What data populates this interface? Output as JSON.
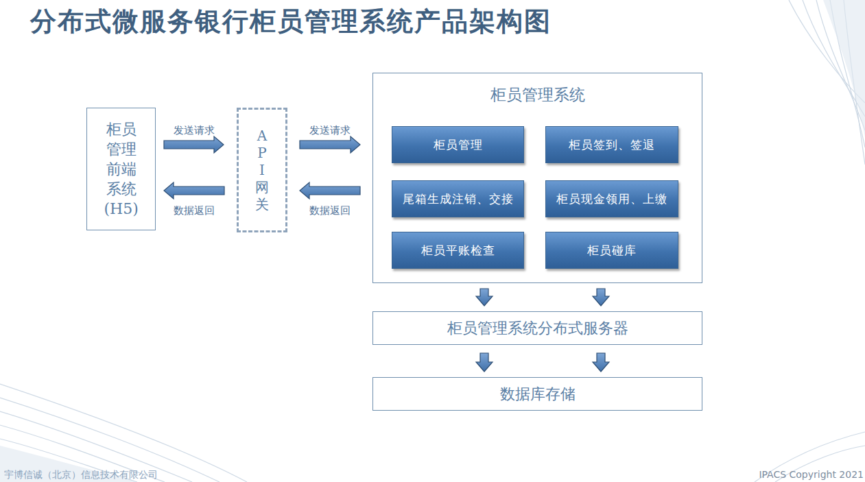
{
  "diagram": {
    "title": "分布式微服务银行柜员管理系统产品架构图",
    "nodes": [
      {
        "text": [
          "柜员 管理 前端 系统 (H5)"
        ]
      },
      {
        "text": [
          "A P I 网 关"
        ]
      },
      {
        "text": [
          "柜员管理系统"
        ]
      },
      {
        "text": [
          "柜员管理"
        ],
        "in": 2
      },
      {
        "text": [
          "柜员签到、签退"
        ],
        "in": 2
      },
      {
        "text": [
          "尾箱生成注销、交接"
        ],
        "in": 2
      },
      {
        "text": [
          "柜员现金领用、上缴"
        ],
        "in": 2
      },
      {
        "text": [
          "柜员平账检查"
        ],
        "in": 2
      },
      {
        "text": [
          "柜员碰库"
        ],
        "in": 2
      },
      {
        "text": [
          "柜员管理系统分布式服务器"
        ]
      },
      {
        "text": [
          "数据库存储"
        ]
      }
    ],
    "edges": [
      {
        "from": 0,
        "to": 1,
        "label": "发送请求",
        "arrow": "to"
      },
      {
        "from": 1,
        "to": 2,
        "label": "发送请求",
        "arrow": "to"
      },
      {
        "from": 2,
        "to": 1,
        "label": "数据返回",
        "arrow": "to"
      },
      {
        "from": 1,
        "to": 0,
        "label": "数据返回",
        "arrow": "to"
      },
      {
        "from": 2,
        "to": 9,
        "arrow": "to"
      },
      {
        "from": 2,
        "to": 9,
        "arrow": "to"
      },
      {
        "from": 9,
        "to": 10,
        "arrow": "to"
      },
      {
        "from": 9,
        "to": 10,
        "arrow": "to"
      }
    ],
    "labels": [
      "宇博信诚（北京）信息技术有限公司",
      "IPACS Copyright 2021"
    ]
  }
}
